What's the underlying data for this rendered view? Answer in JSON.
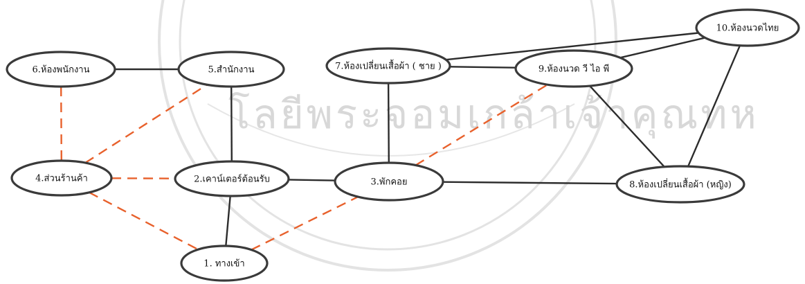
{
  "watermark": {
    "text": "โลยีพระจอมเกล้าเจ้าคุณทห"
  },
  "colors": {
    "solid_edge": "#2c2c2c",
    "dashed_edge": "#e8612c",
    "node_stroke": "#3a3a3a",
    "background": "#ffffff"
  },
  "nodes": [
    {
      "id": "n1",
      "label": "1. ทางเข้า"
    },
    {
      "id": "n2",
      "label": "2.เคาน์เตอร์ต้อนรับ"
    },
    {
      "id": "n3",
      "label": "3.พักคอย"
    },
    {
      "id": "n4",
      "label": "4.ส่วนร้านค้า"
    },
    {
      "id": "n5",
      "label": "5.สำนักงาน"
    },
    {
      "id": "n6",
      "label": "6.ห้องพนักงาน"
    },
    {
      "id": "n7",
      "label": "7.ห้องเปลี่ยนเสื้อผ้า ( ชาย )"
    },
    {
      "id": "n8",
      "label": "8.ห้องเปลี่ยนเสื้อผ้า (หญิง)"
    },
    {
      "id": "n9",
      "label": "9.ห้องนวด วี ไอ พี"
    },
    {
      "id": "n10",
      "label": "10.ห้องนวดไทย"
    }
  ],
  "edges": [
    {
      "from": "n6",
      "to": "n5",
      "style": "solid"
    },
    {
      "from": "n5",
      "to": "n2",
      "style": "solid"
    },
    {
      "from": "n2",
      "to": "n1",
      "style": "solid"
    },
    {
      "from": "n2",
      "to": "n3",
      "style": "solid"
    },
    {
      "from": "n3",
      "to": "n7",
      "style": "solid"
    },
    {
      "from": "n3",
      "to": "n8",
      "style": "solid"
    },
    {
      "from": "n7",
      "to": "n9",
      "style": "solid"
    },
    {
      "from": "n7",
      "to": "n10",
      "style": "solid"
    },
    {
      "from": "n9",
      "to": "n10",
      "style": "solid"
    },
    {
      "from": "n9",
      "to": "n8",
      "style": "solid"
    },
    {
      "from": "n10",
      "to": "n8",
      "style": "solid"
    },
    {
      "from": "n6",
      "to": "n4",
      "style": "dashed"
    },
    {
      "from": "n4",
      "to": "n5",
      "style": "dashed"
    },
    {
      "from": "n4",
      "to": "n2",
      "style": "dashed"
    },
    {
      "from": "n4",
      "to": "n1",
      "style": "dashed"
    },
    {
      "from": "n1",
      "to": "n3",
      "style": "dashed"
    },
    {
      "from": "n3",
      "to": "n9",
      "style": "dashed"
    }
  ]
}
